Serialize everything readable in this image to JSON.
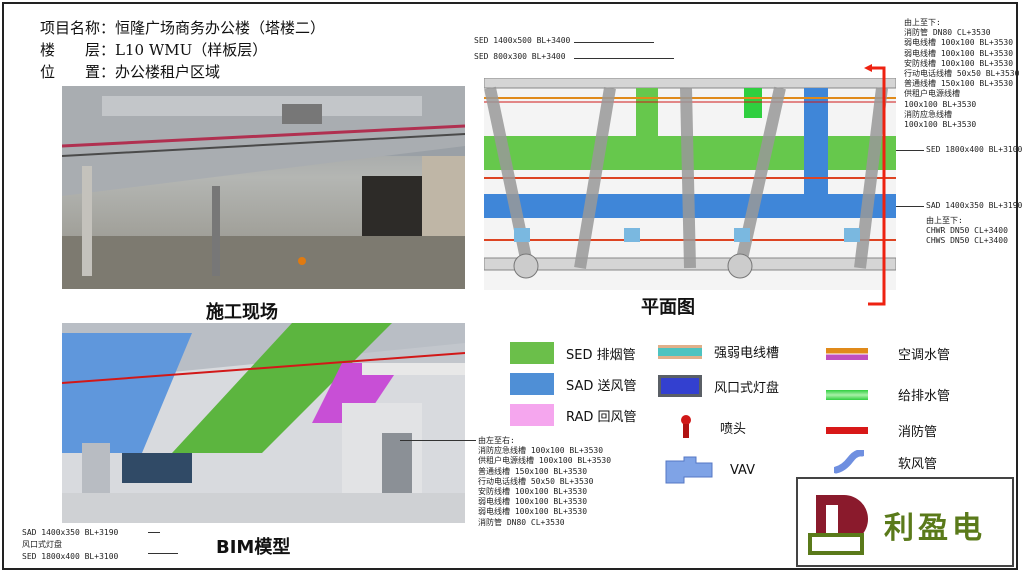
{
  "header": {
    "project": "项目名称：恒隆广场商务办公楼（塔楼二）",
    "floor": "楼　　层：L10 WMU（样板层）",
    "location": "位　　置：办公楼租户区域"
  },
  "captions": {
    "site": "施工现场",
    "plan": "平面图",
    "bim": "BIM模型"
  },
  "plan_notes": {
    "sed_top1": "SED 1400x500 BL+3400",
    "sed_top2": "SED 800x300 BL+3400",
    "right_list": "由上至下:\n消防管 DN80 CL+3530\n弱电线槽 100x100 BL+3530\n弱电线槽 100x100 BL+3530\n安防线槽 100x100 BL+3530\n行动电话线槽 50x50 BL+3530\n普通线槽 150x100 BL+3530\n供租户电源线槽\n100x100 BL+3530\n消防应急线槽\n100x100 BL+3530",
    "sed_right": "SED 1800x400 BL+3100",
    "sad_right": "SAD 1400x350 BL+3190",
    "chw_list": "由上至下:\nCHWR DN50 CL+3400\nCHWS DN50 CL+3400"
  },
  "bim_notes": {
    "left_list": "SAD 1400x350 BL+3190\n风口式灯盘\nSED 1800x400 BL+3100",
    "right_list": "由左至右:\n消防应急线槽 100x100 BL+3530\n供租户电源线槽 100x100 BL+3530\n普通线槽 150x100 BL+3530\n行动电话线槽 50x50 BL+3530\n安防线槽 100x100 BL+3530\n弱电线槽 100x100 BL+3530\n弱电线槽 100x100 BL+3530\n消防管 DN80 CL+3530"
  },
  "legend": [
    {
      "label": "SED 排烟管",
      "color": "#6bbf4a",
      "icon": "sed-swatch"
    },
    {
      "label": "SAD 送风管",
      "color": "#4f8fd6",
      "icon": "sad-swatch"
    },
    {
      "label": "RAD 回风管",
      "color": "#f5a6ee",
      "icon": "rad-swatch"
    },
    {
      "label": "强弱电线槽",
      "color": "#4dc3c0",
      "icon": "cable-tray-swatch"
    },
    {
      "label": "风口式灯盘",
      "color": "#3340d0",
      "icon": "light-diffuser-swatch"
    },
    {
      "label": "喷头",
      "color": "#d01818",
      "icon": "sprinkler-icon"
    },
    {
      "label": "VAV",
      "color": "#7fa3e6",
      "icon": "vav-icon"
    },
    {
      "label": "空调水管",
      "color": "#e08a1a",
      "icon": "chw-pipe-swatch"
    },
    {
      "label": "给排水管",
      "color": "#2fcf3f",
      "icon": "water-pipe-swatch"
    },
    {
      "label": "消防管",
      "color": "#d81818",
      "icon": "fire-pipe-swatch"
    },
    {
      "label": "软风管",
      "color": "#6f8fe0",
      "icon": "flex-duct-icon"
    }
  ],
  "logo": {
    "text": "利盈电",
    "brand_color": "#8a1a2c",
    "text_color": "#5a7a1a"
  }
}
